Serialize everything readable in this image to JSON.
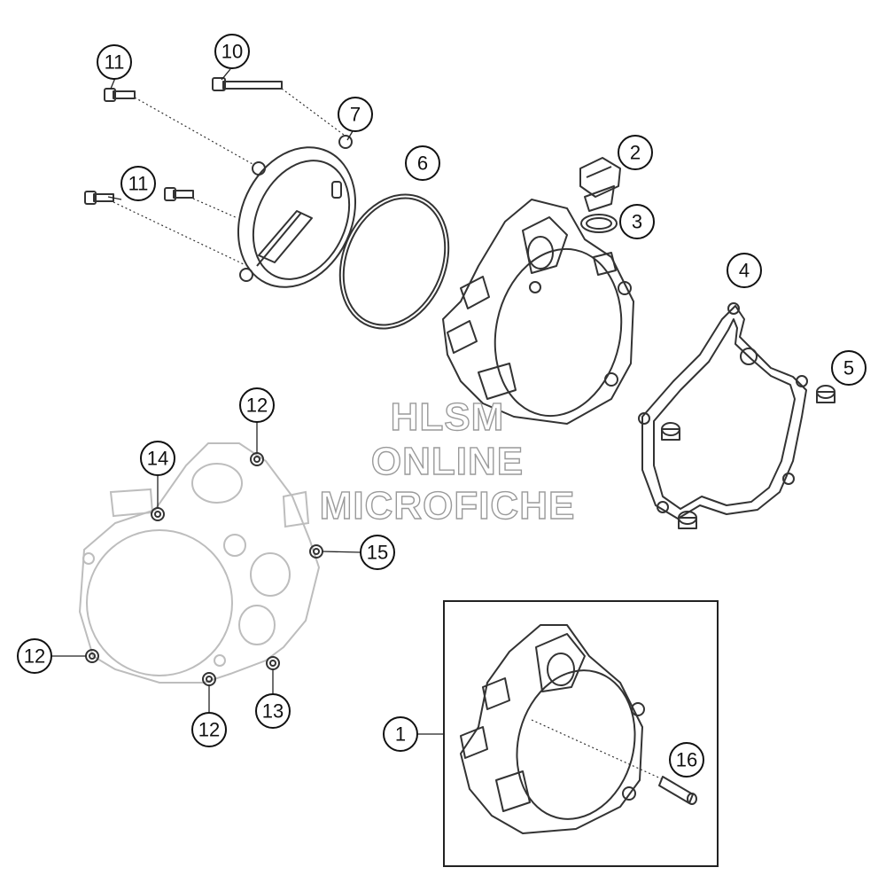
{
  "watermark": {
    "line1": "HLSM",
    "line2": "ONLINE",
    "line3": "MICROFICHE"
  },
  "callouts": {
    "c1": "1",
    "c2": "2",
    "c3": "3",
    "c4": "4",
    "c5": "5",
    "c6": "6",
    "c7": "7",
    "c10": "10",
    "c11a": "11",
    "c11b": "11",
    "c12a": "12",
    "c12b": "12",
    "c12c": "12",
    "c13": "13",
    "c14": "14",
    "c15": "15",
    "c16": "16"
  }
}
